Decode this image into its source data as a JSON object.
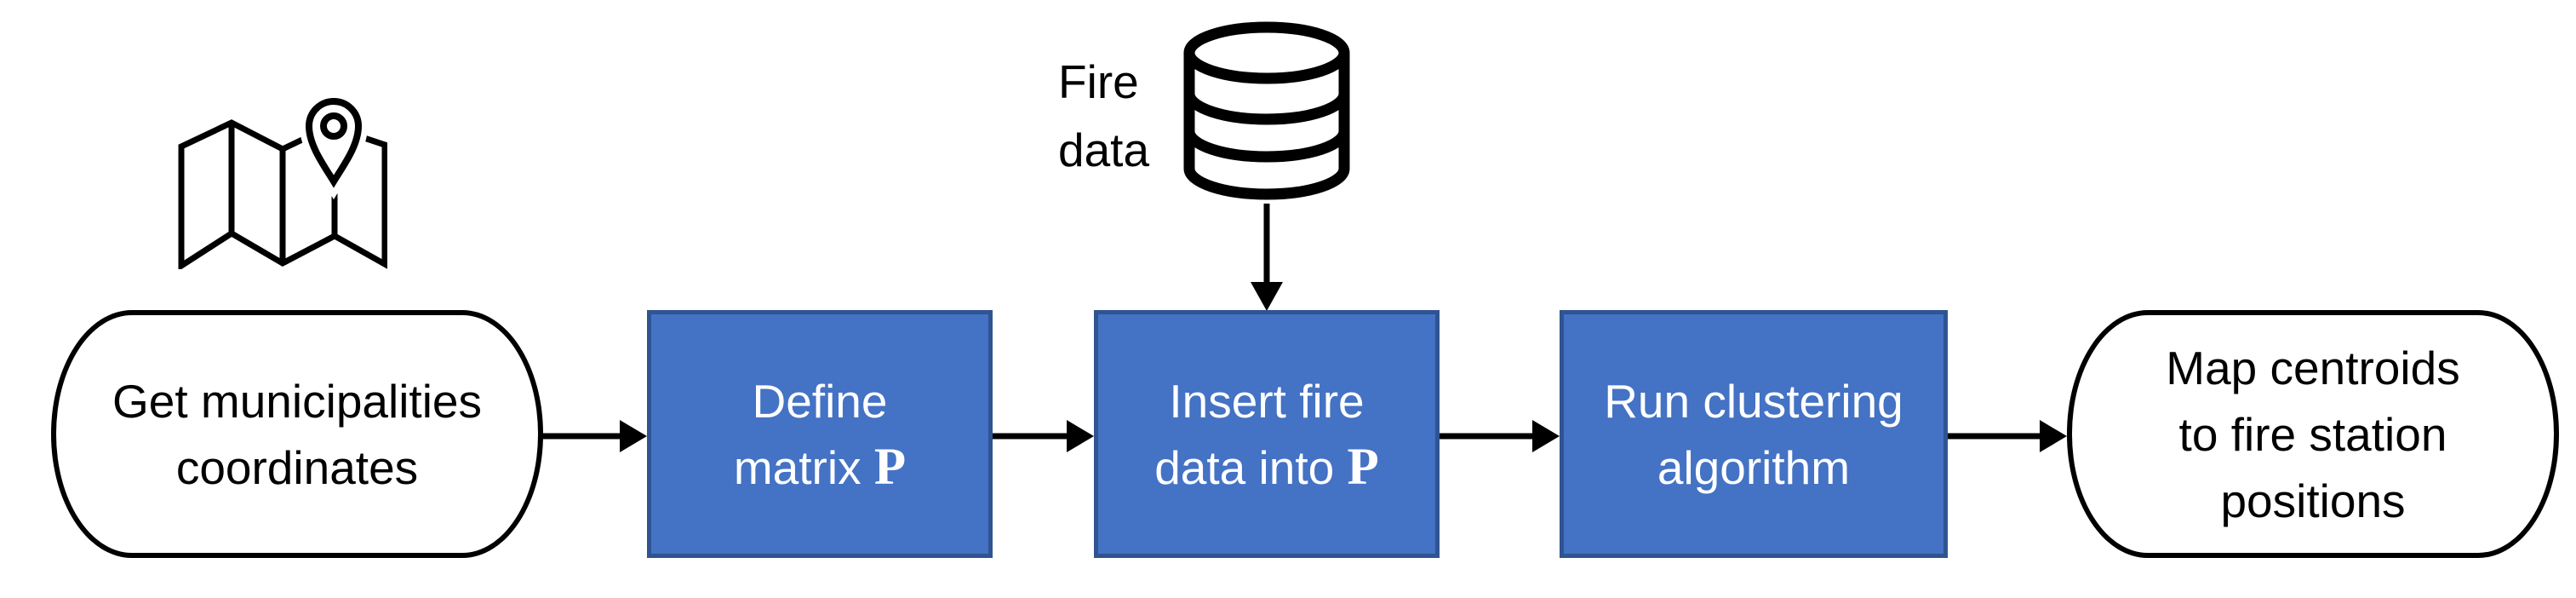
{
  "diagram": {
    "type": "flowchart",
    "background_color": "#FFFFFF",
    "colors": {
      "background": "#FFFFFF",
      "process_fill": "#4472C4",
      "process_border": "#2F5491",
      "process_text": "#FFFFFF",
      "terminator_fill": "#FFFFFF",
      "terminator_border": "#000000",
      "terminator_text": "#000000",
      "connector": "#000000",
      "icon_stroke": "#000000"
    },
    "nodes": [
      {
        "id": "start",
        "shape": "terminator",
        "lines": [
          [
            {
              "text": "Get municipalities"
            }
          ],
          [
            {
              "text": "coordinates"
            }
          ]
        ]
      },
      {
        "id": "define-matrix",
        "shape": "process",
        "lines": [
          [
            {
              "text": "Define"
            }
          ],
          [
            {
              "text": "matrix "
            },
            {
              "text": "P",
              "style": "mathbf"
            }
          ]
        ]
      },
      {
        "id": "insert-fire-data",
        "shape": "process",
        "lines": [
          [
            {
              "text": "Insert fire"
            }
          ],
          [
            {
              "text": "data into "
            },
            {
              "text": "P",
              "style": "mathbf"
            }
          ]
        ]
      },
      {
        "id": "run-clustering",
        "shape": "process",
        "lines": [
          [
            {
              "text": "Run clustering"
            }
          ],
          [
            {
              "text": "algorithm"
            }
          ]
        ]
      },
      {
        "id": "end",
        "shape": "terminator",
        "lines": [
          [
            {
              "text": "Map centroids"
            }
          ],
          [
            {
              "text": "to fire station"
            }
          ],
          [
            {
              "text": "positions"
            }
          ]
        ]
      }
    ],
    "annotations": [
      {
        "id": "fire-data-label",
        "lines": [
          [
            {
              "text": "Fire"
            }
          ],
          [
            {
              "text": "data"
            }
          ]
        ]
      }
    ],
    "icons": [
      {
        "id": "map-pin-icon",
        "meaning": "folded map with location pin"
      },
      {
        "id": "database-icon",
        "meaning": "database cylinder (fire data source)"
      }
    ],
    "connectors": [
      {
        "from": "start",
        "to": "define-matrix",
        "direction": "right"
      },
      {
        "from": "define-matrix",
        "to": "insert-fire-data",
        "direction": "right"
      },
      {
        "from": "database-icon",
        "to": "insert-fire-data",
        "direction": "down"
      },
      {
        "from": "insert-fire-data",
        "to": "run-clustering",
        "direction": "right"
      },
      {
        "from": "run-clustering",
        "to": "end",
        "direction": "right"
      }
    ]
  }
}
